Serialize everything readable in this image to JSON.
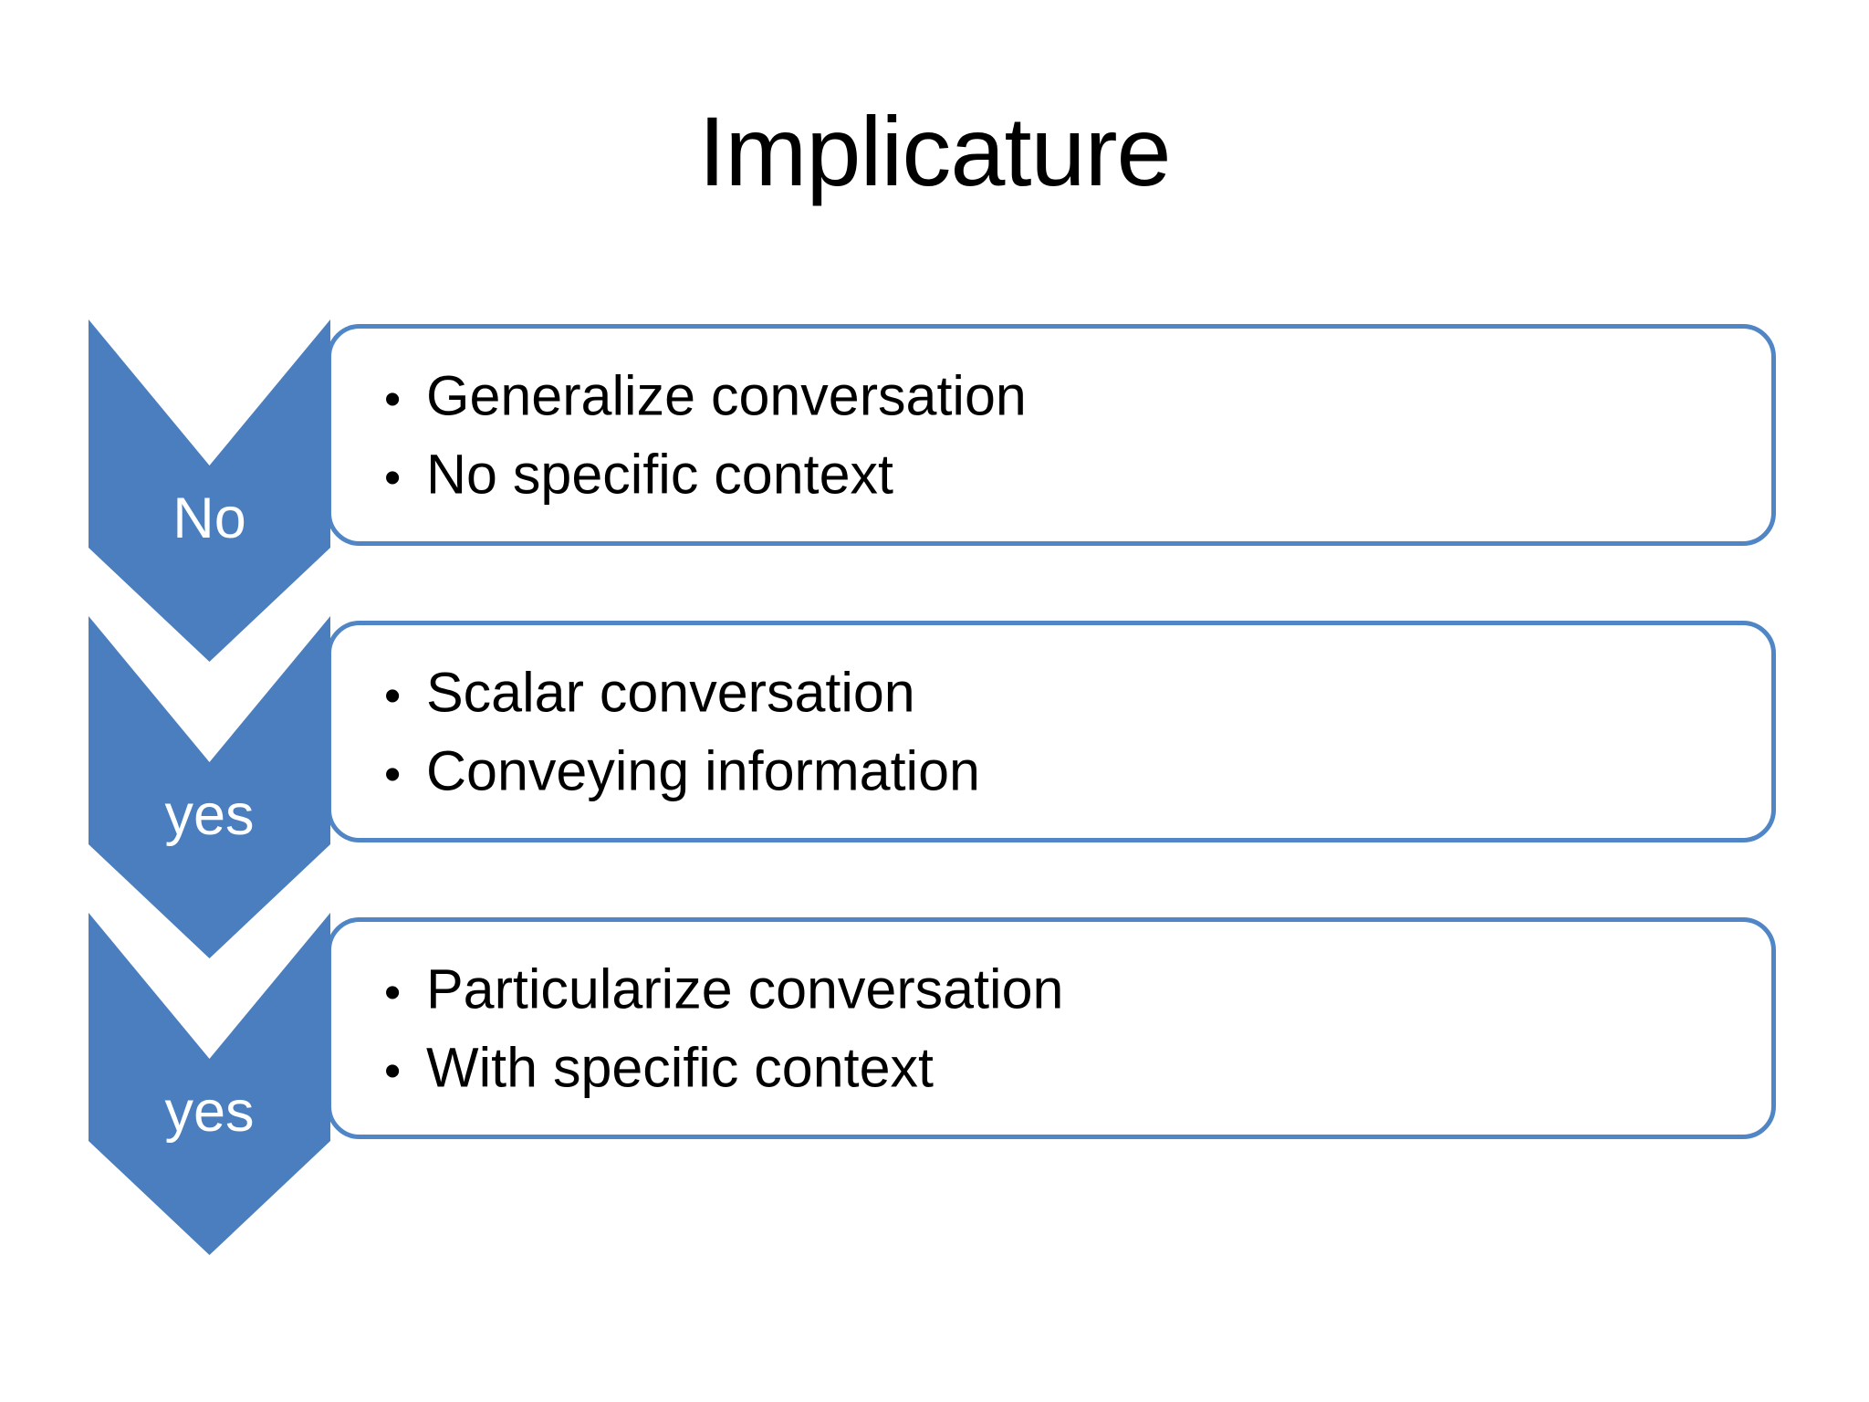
{
  "slide": {
    "title": "Implicature",
    "background_color": "#FFFFFF",
    "accent_color": "#4A7EBF",
    "box_border_color": "#5086C6",
    "text_color": "#000000",
    "chevron_label_color": "#FFFFFF"
  },
  "rows": [
    {
      "chevron_label": "No",
      "bullet_marker": "•",
      "bullets": [
        "Generalize conversation",
        "No specific context"
      ]
    },
    {
      "chevron_label": "yes",
      "bullet_marker": "•",
      "bullets": [
        "Scalar conversation",
        "Conveying information"
      ]
    },
    {
      "chevron_label": "yes",
      "bullet_marker": "•",
      "bullets": [
        "Particularize conversation",
        "With specific context"
      ]
    }
  ]
}
